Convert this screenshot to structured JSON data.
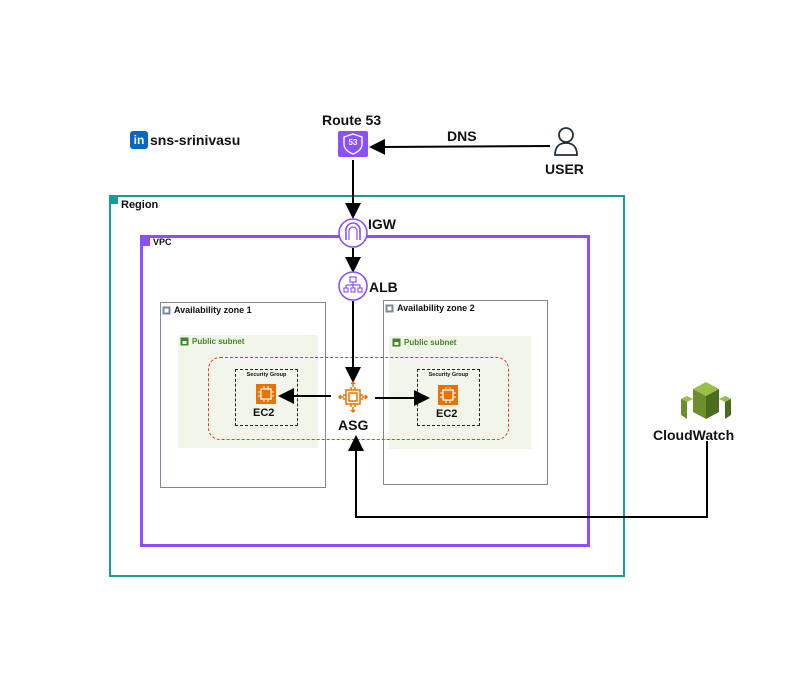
{
  "brand": {
    "name": "sns-srinivasu",
    "logo_text": "in",
    "logo_color": "#0a66c2"
  },
  "top": {
    "route53_label": "Route 53",
    "route53_badge": "53",
    "dns_label": "DNS",
    "user_label": "USER"
  },
  "region": {
    "label": "Region"
  },
  "vpc": {
    "label": "VPC"
  },
  "igw_label": "IGW",
  "alb_label": "ALB",
  "zones": [
    {
      "label": "Availability zone 1",
      "subnet_label": "Public subnet",
      "sg_label": "Security Group",
      "ec2_label": "EC2"
    },
    {
      "label": "Availability zone 2",
      "subnet_label": "Public subnet",
      "sg_label": "Security Group",
      "ec2_label": "EC2"
    }
  ],
  "asg_label": "ASG",
  "cloudwatch_label": "CloudWatch",
  "colors": {
    "region_border": "#1b9a9a",
    "vpc_border": "#8c4fff",
    "network_purple": "#8c4fff",
    "route53_fill": "#8c4fff",
    "ec2_orange": "#ed7100",
    "asg_dash": "#e2401e",
    "subnet_fill": "#f2f5ea",
    "subnet_text": "#3f8624",
    "cloudwatch_green": "#6c8e2c"
  },
  "icons": [
    "linkedin-icon",
    "route53-icon",
    "user-icon",
    "region-flag-icon",
    "vpc-icon",
    "igw-icon",
    "alb-icon",
    "az-icon",
    "subnet-lock-icon",
    "ec2-icon",
    "asg-icon",
    "cloudwatch-icon"
  ]
}
